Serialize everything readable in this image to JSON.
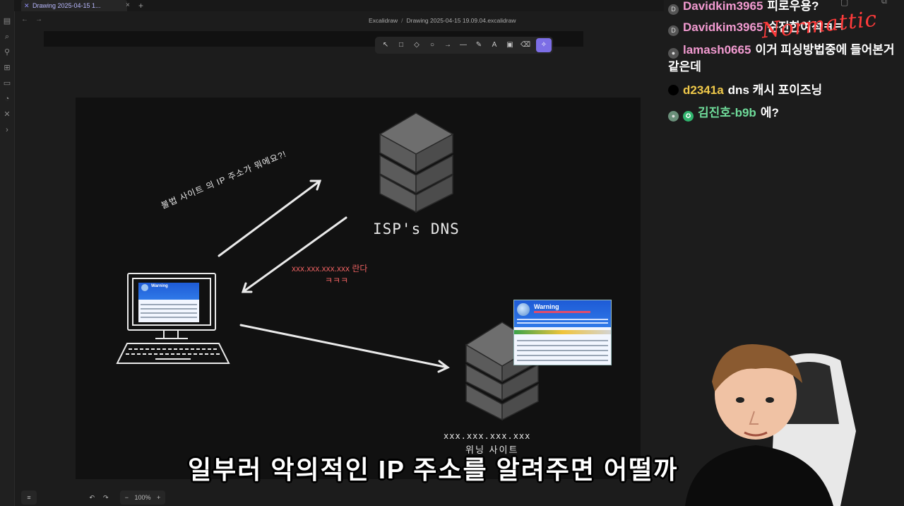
{
  "app": {
    "tab_title": "Drawing 2025-04-15 1...",
    "breadcrumb": [
      "Excalidraw",
      "Drawing 2025-04-15 19.09.04.excalidraw"
    ]
  },
  "toolbar": {
    "tools": [
      "selection-tool",
      "rectangle-tool",
      "diamond-tool",
      "ellipse-tool",
      "arrow-tool",
      "line-tool",
      "draw-tool",
      "text-tool",
      "image-tool",
      "eraser-tool",
      "laser-tool"
    ],
    "glyphs": [
      "↖",
      "□",
      "◇",
      "○",
      "→",
      "—",
      "✎",
      "A",
      "▣",
      "⌫",
      "✧"
    ],
    "active_tool": "laser-tool"
  },
  "canvas": {
    "dns_label": "ISP's DNS",
    "question": "불법 사이트 의 IP 주소가 뭐에요?!",
    "answer": "xxx.xxx.xxx.xxx 란다",
    "laugh": "ㅋㅋㅋ",
    "malicious_ip": "xxx.xxx.xxx.xxx",
    "malicious_site_label": "위닝 사이트",
    "warning_title": "Warning"
  },
  "bottom": {
    "zoom": "100%",
    "zoom_out": "−",
    "zoom_in": "+",
    "undo": "↶",
    "redo": "↷",
    "menu": "≡"
  },
  "chat": {
    "messages": [
      {
        "user": "Davidkim3965",
        "text": "피로우용?",
        "user_color": "#f19ad0"
      },
      {
        "user": "Davidkim3965",
        "text": "순진한여석ㅋㅋ",
        "user_color": "#f19ad0"
      },
      {
        "user": "lamash0665",
        "text": "이거 피싱방법중에 들어본거",
        "user_color": "#f19ad0"
      },
      {
        "user": "",
        "text": "같은데",
        "user_color": "#ffffff"
      },
      {
        "user": "d2341a",
        "text": "dns 캐시 포이즈닝",
        "user_color": "#f0c94a"
      },
      {
        "user": "김진호-b9b",
        "text": "에?",
        "user_color": "#6fdc9a"
      }
    ]
  },
  "watermark": "Normattic",
  "subtitle": "일부러 악의적인 IP 주소를 알려주면 어떨까"
}
